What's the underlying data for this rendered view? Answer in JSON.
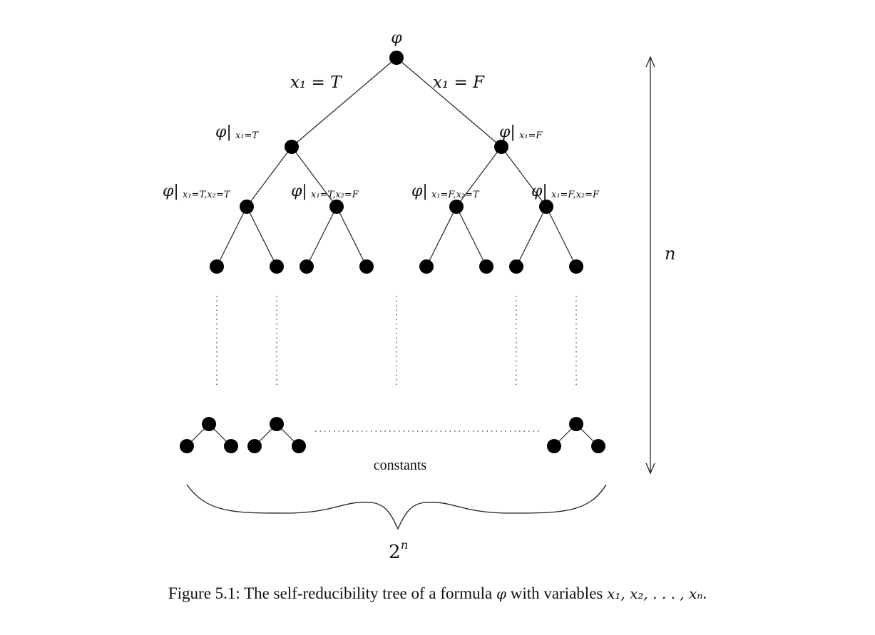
{
  "diagram": {
    "root_label": "φ",
    "edge_left": "x₁ = T",
    "edge_right": "x₁ = F",
    "level1": [
      {
        "phi": "φ|",
        "sub": "x₁=T"
      },
      {
        "phi": "φ|",
        "sub": "x₁=F"
      }
    ],
    "level2": [
      {
        "phi": "φ|",
        "sub": "x₁=T,x₂=T"
      },
      {
        "phi": "φ|",
        "sub": "x₁=T,x₂=F"
      },
      {
        "phi": "φ|",
        "sub": "x₁=F,x₂=T"
      },
      {
        "phi": "φ|",
        "sub": "x₁=F,x₂=F"
      }
    ],
    "leaves_label": "constants",
    "height_label": "n",
    "width_label_base": "2",
    "width_label_exp": "n"
  },
  "caption": {
    "prefix": "Figure 5.1: The self-reducibility tree of a formula ",
    "phi": "φ",
    "middle": " with variables ",
    "vars": "x₁, x₂, . . . , xₙ",
    "suffix": "."
  }
}
